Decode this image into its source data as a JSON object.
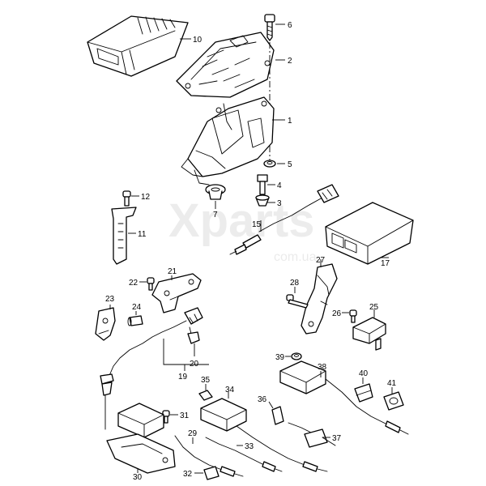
{
  "watermark": {
    "brand": "Xparts",
    "domain": "com.ua"
  },
  "callouts": {
    "c1": "1",
    "c2": "2",
    "c3": "3",
    "c4": "4",
    "c5": "5",
    "c6": "6",
    "c7": "7",
    "c10": "10",
    "c11": "11",
    "c12": "12",
    "c15": "15",
    "c17": "17",
    "c19": "19",
    "c20": "20",
    "c21": "21",
    "c22": "22",
    "c23": "23",
    "c24": "24",
    "c25": "25",
    "c26": "26",
    "c27": "27",
    "c28": "28",
    "c29": "29",
    "c30": "30",
    "c31": "31",
    "c32": "32",
    "c33": "33",
    "c34": "34",
    "c35": "35",
    "c36": "36",
    "c37": "37",
    "c38": "38",
    "c39": "39",
    "c40": "40",
    "c41": "41"
  },
  "colors": {
    "line": "#000000",
    "background": "#ffffff"
  }
}
